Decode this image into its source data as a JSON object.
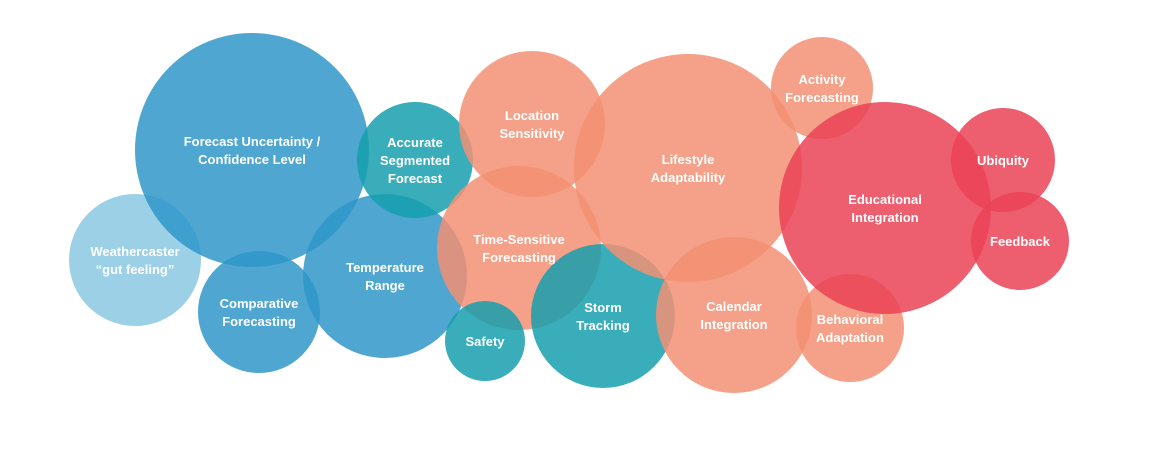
{
  "colors": {
    "light_blue": "#8ac8e2",
    "blue": "#2f96c9",
    "teal": "#169fae",
    "salmon": "#f38f73",
    "red": "#ea4256"
  },
  "bubbles": [
    {
      "id": "weathercaster",
      "lines": [
        "Weathercaster",
        "“gut feeling”"
      ],
      "color": "light_blue"
    },
    {
      "id": "forecast-uncertainty",
      "lines": [
        "Forecast Uncertainty /",
        "Confidence Level"
      ],
      "color": "blue"
    },
    {
      "id": "comparative-forecasting",
      "lines": [
        "Comparative",
        "Forecasting"
      ],
      "color": "blue"
    },
    {
      "id": "temperature-range",
      "lines": [
        "Temperature",
        "Range"
      ],
      "color": "blue"
    },
    {
      "id": "accurate-segmented-forecast",
      "lines": [
        "Accurate",
        "Segmented",
        "Forecast"
      ],
      "color": "teal"
    },
    {
      "id": "location-sensitivity",
      "lines": [
        "Location",
        "Sensitivity"
      ],
      "color": "salmon"
    },
    {
      "id": "time-sensitive-forecasting",
      "lines": [
        "Time-Sensitive",
        "Forecasting"
      ],
      "color": "salmon"
    },
    {
      "id": "safety",
      "lines": [
        "Safety"
      ],
      "color": "teal"
    },
    {
      "id": "storm-tracking",
      "lines": [
        "Storm",
        "Tracking"
      ],
      "color": "teal"
    },
    {
      "id": "lifestyle-adaptability",
      "lines": [
        "Lifestyle",
        "Adaptability"
      ],
      "color": "salmon"
    },
    {
      "id": "activity-forecasting",
      "lines": [
        "Activity",
        "Forecasting"
      ],
      "color": "salmon"
    },
    {
      "id": "calendar-integration",
      "lines": [
        "Calendar",
        "Integration"
      ],
      "color": "salmon"
    },
    {
      "id": "behavioral-adaptation",
      "lines": [
        "Behavioral",
        "Adaptation"
      ],
      "color": "salmon"
    },
    {
      "id": "educational-integration",
      "lines": [
        "Educational",
        "Integration"
      ],
      "color": "red"
    },
    {
      "id": "ubiquity",
      "lines": [
        "Ubiquity"
      ],
      "color": "red"
    },
    {
      "id": "feedback",
      "lines": [
        "Feedback"
      ],
      "color": "red"
    }
  ]
}
